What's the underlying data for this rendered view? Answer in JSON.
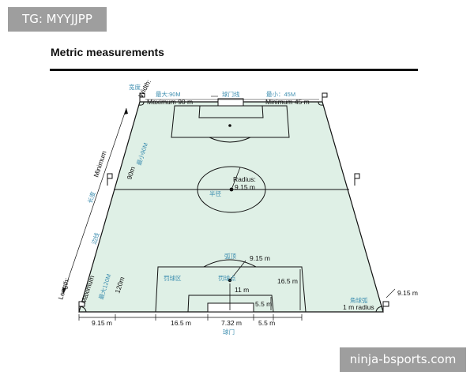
{
  "watermarks": {
    "top": "TG: MYYJJPP",
    "bottom": "ninja-bsports.com"
  },
  "title": "Metric measurements",
  "labels": {
    "width": "Width:",
    "width_cn": "宽度",
    "max_cn": "最大:90M",
    "max_width": "Maximum 90 m",
    "goal_line_cn": "球门线",
    "min_cn": "最小：45M",
    "min_width": "Minimum 45 m",
    "min_90_cn": "最小90M",
    "min_90": "90m",
    "minimum": "Minimum",
    "length_cn": "长度",
    "touchline_cn": "边线",
    "length": "Length:",
    "maximum": "Maximum",
    "max_120_cn": "最大120M",
    "max_120": "120m",
    "radius": "Radius:",
    "radius_value": "9.15 m",
    "radius_cn": "半径",
    "arc_cn": "弧顶",
    "arc_915": "9.15 m",
    "penalty_area_cn": "罚球区",
    "penalty_spot_cn": "罚球点",
    "spot_11": "11 m",
    "box_165": "16.5 m",
    "goal_area_55": "5.5 m",
    "corner_cn": "角球弧",
    "corner_radius": "1 m radius",
    "corner_915": "9.15 m",
    "bottom_915": "9.15 m",
    "bottom_165": "16.5 m",
    "bottom_732": "7.32 m",
    "bottom_55": "5.5 m",
    "goal_cn": "球门"
  },
  "colors": {
    "field": "#dff0e6",
    "lines": "#111111",
    "chinese_labels": "#3f8fb0"
  }
}
